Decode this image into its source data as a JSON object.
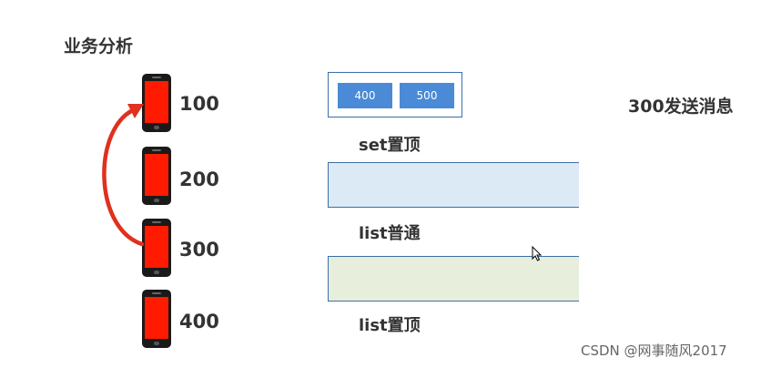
{
  "title": "业务分析",
  "phones": [
    {
      "label": "100"
    },
    {
      "label": "200"
    },
    {
      "label": "300"
    },
    {
      "label": "400"
    }
  ],
  "set_box": {
    "chips": [
      "400",
      "500"
    ],
    "caption": "set置顶"
  },
  "list_normal_caption": "list普通",
  "list_top_caption": "list置顶",
  "message": "300发送消息",
  "watermark": "CSDN @网事随风2017",
  "colors": {
    "phone_screen": "#ff1a00",
    "arrow": "#e0301e",
    "chip": "#4a8ad6",
    "bar_normal": "#dceaf5",
    "bar_top": "#e8eedc",
    "border": "#3d6fa8"
  }
}
